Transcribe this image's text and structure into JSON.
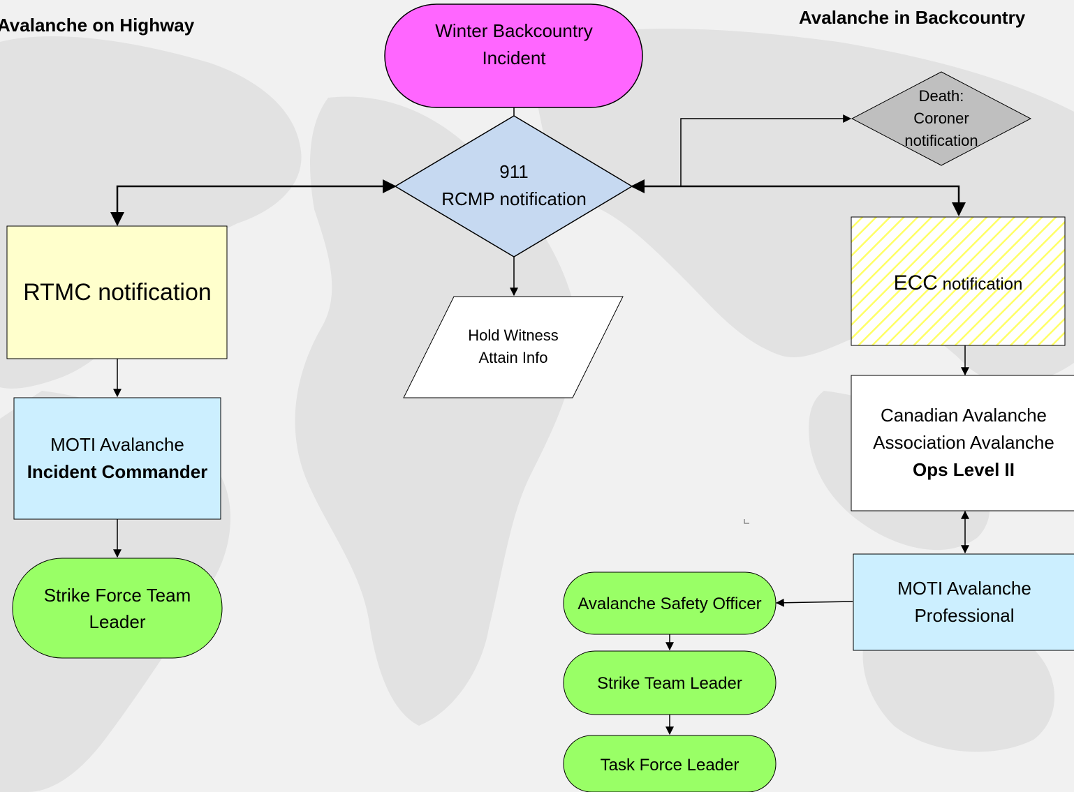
{
  "headings": {
    "left": "Avalanche on Highway",
    "right": "Avalanche in Backcountry"
  },
  "nodes": {
    "winter_incident": {
      "lines": [
        "Winter Backcountry",
        "Incident"
      ],
      "fill": "#ff66ff"
    },
    "rcmp": {
      "lines": [
        "911",
        "RCMP notification"
      ],
      "fill": "#c6d9f1"
    },
    "coroner": {
      "lines": [
        "Death:",
        "Coroner",
        "notification"
      ],
      "fill": "#bfbfbf"
    },
    "rtmc": {
      "lines": [
        "RTMC notification"
      ],
      "fill": "#ffffcc"
    },
    "witness": {
      "lines": [
        "Hold Witness",
        "Attain Info"
      ],
      "fill": "#ffffff"
    },
    "ecc": {
      "prefix": "ECC",
      "suffix": " notification",
      "fill": "#ffffff",
      "hatch": "#ffff66"
    },
    "caa": {
      "lines": [
        "Canadian Avalanche",
        "Association Avalanche"
      ],
      "bold_line": "Ops Level II",
      "fill": "#ffffff"
    },
    "moti_ic": {
      "line1": "MOTI Avalanche",
      "bold_line": "Incident Commander",
      "fill": "#ccefff"
    },
    "strike_force": {
      "lines": [
        "Strike Force Team",
        "Leader"
      ],
      "fill": "#99ff66"
    },
    "moti_pro": {
      "lines": [
        "MOTI Avalanche",
        "Professional"
      ],
      "fill": "#ccefff"
    },
    "safety_officer": {
      "lines": [
        "Avalanche Safety Officer"
      ],
      "fill": "#99ff66"
    },
    "strike_team": {
      "lines": [
        "Strike Team Leader"
      ],
      "fill": "#99ff66"
    },
    "task_force": {
      "lines": [
        "Task Force Leader"
      ],
      "fill": "#99ff66"
    }
  },
  "colors": {
    "background": "#f1f1f1",
    "map": "#dedede",
    "stroke": "#000000"
  }
}
